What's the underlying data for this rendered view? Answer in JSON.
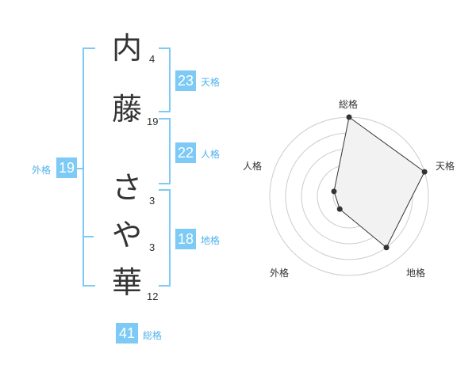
{
  "name": {
    "chars": [
      {
        "char": "内",
        "strokes": "4"
      },
      {
        "char": "藤",
        "strokes": "19"
      },
      {
        "char": "さ",
        "strokes": "3"
      },
      {
        "char": "や",
        "strokes": "3"
      },
      {
        "char": "華",
        "strokes": "12"
      }
    ]
  },
  "kaku": {
    "tenkaku": {
      "value": "23",
      "label": "天格"
    },
    "jinkaku": {
      "value": "22",
      "label": "人格"
    },
    "chikaku": {
      "value": "18",
      "label": "地格"
    },
    "gaikaku": {
      "value": "19",
      "label": "外格"
    },
    "soukaku": {
      "value": "41",
      "label": "総格"
    }
  },
  "chart_data": {
    "type": "radar",
    "axes": [
      "総格",
      "天格",
      "地格",
      "外格",
      "人格"
    ],
    "values": [
      5,
      5,
      4,
      1,
      1
    ],
    "max": 5
  }
}
